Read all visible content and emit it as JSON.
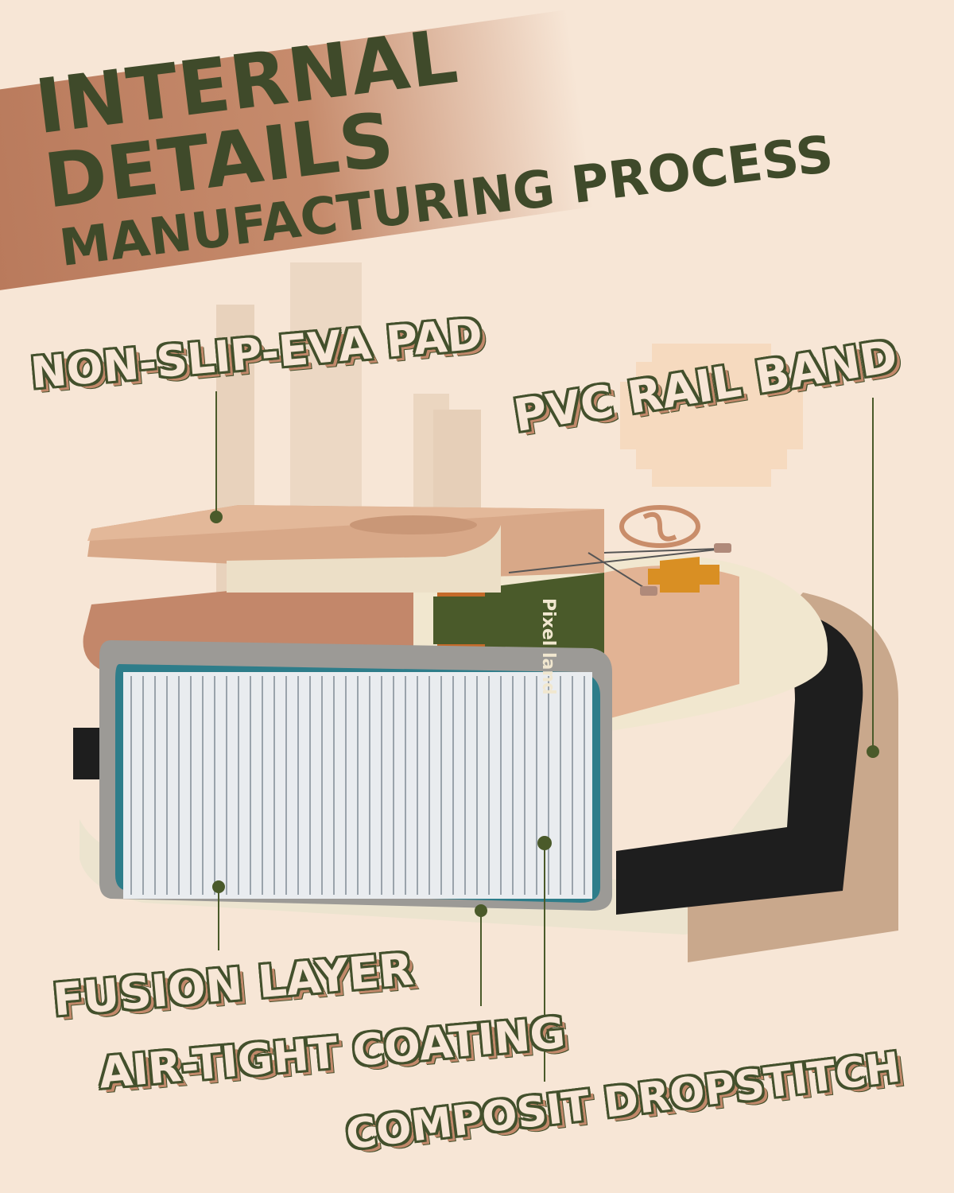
{
  "header": {
    "title_line1": "INTERNAL DETAILS",
    "title_line2": "MANUFACTURING PROCESS"
  },
  "labels": {
    "eva_pad": "NON-SLIP-EVA PAD",
    "rail_band": "PVC RAIL BAND",
    "fusion_layer": "FUSION LAYER",
    "air_tight": "AIR-TIGHT COATING",
    "dropstitch": "COMPOSIT DROPSTITCH"
  },
  "board": {
    "logo_text": "Pixel land"
  },
  "colors": {
    "background": "#f7e6d6",
    "title_green": "#3f4a2a",
    "banner_brown": "#b97a5c",
    "label_outline": "#43502c",
    "board_orange": "#c46a2a",
    "board_green": "#4a5a2a",
    "dropstitch_teal": "#2e7d8a",
    "rail_tan": "#c9a88c"
  }
}
